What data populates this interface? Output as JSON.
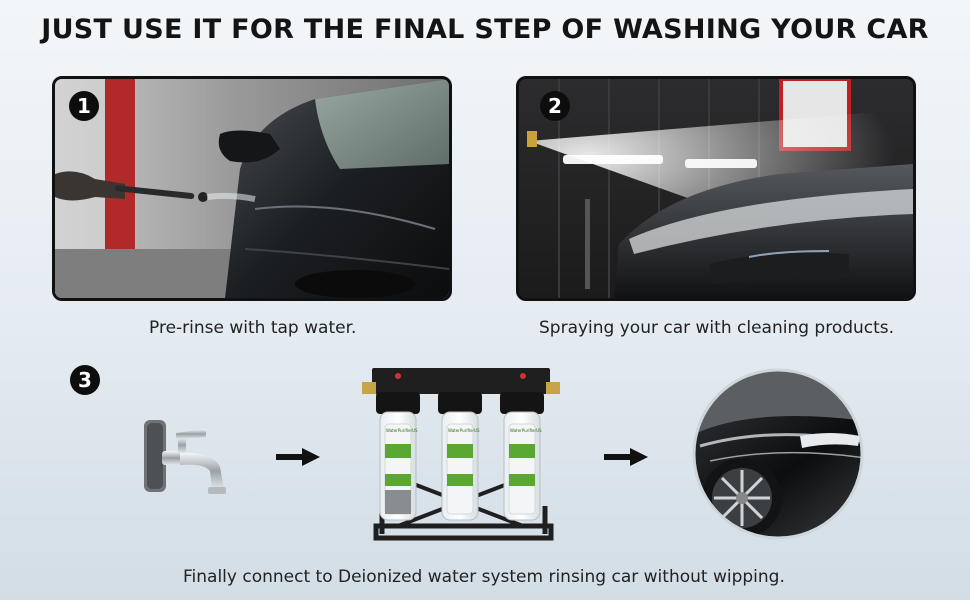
{
  "title": "JUST USE IT FOR THE FINAL STEP OF WASHING YOUR CAR",
  "steps": [
    {
      "number": "1",
      "caption": "Pre-rinse with tap water."
    },
    {
      "number": "2",
      "caption": "Spraying your car with cleaning products."
    },
    {
      "number": "3",
      "caption": "Finally connect to Deionized water system rinsing car without wipping."
    }
  ],
  "filter_labels": {
    "brand": "WaterPurifierUS"
  },
  "colors": {
    "badge": "#0d0d0d",
    "filter_label_green": "#5aa832",
    "panel_border": "#111111"
  }
}
